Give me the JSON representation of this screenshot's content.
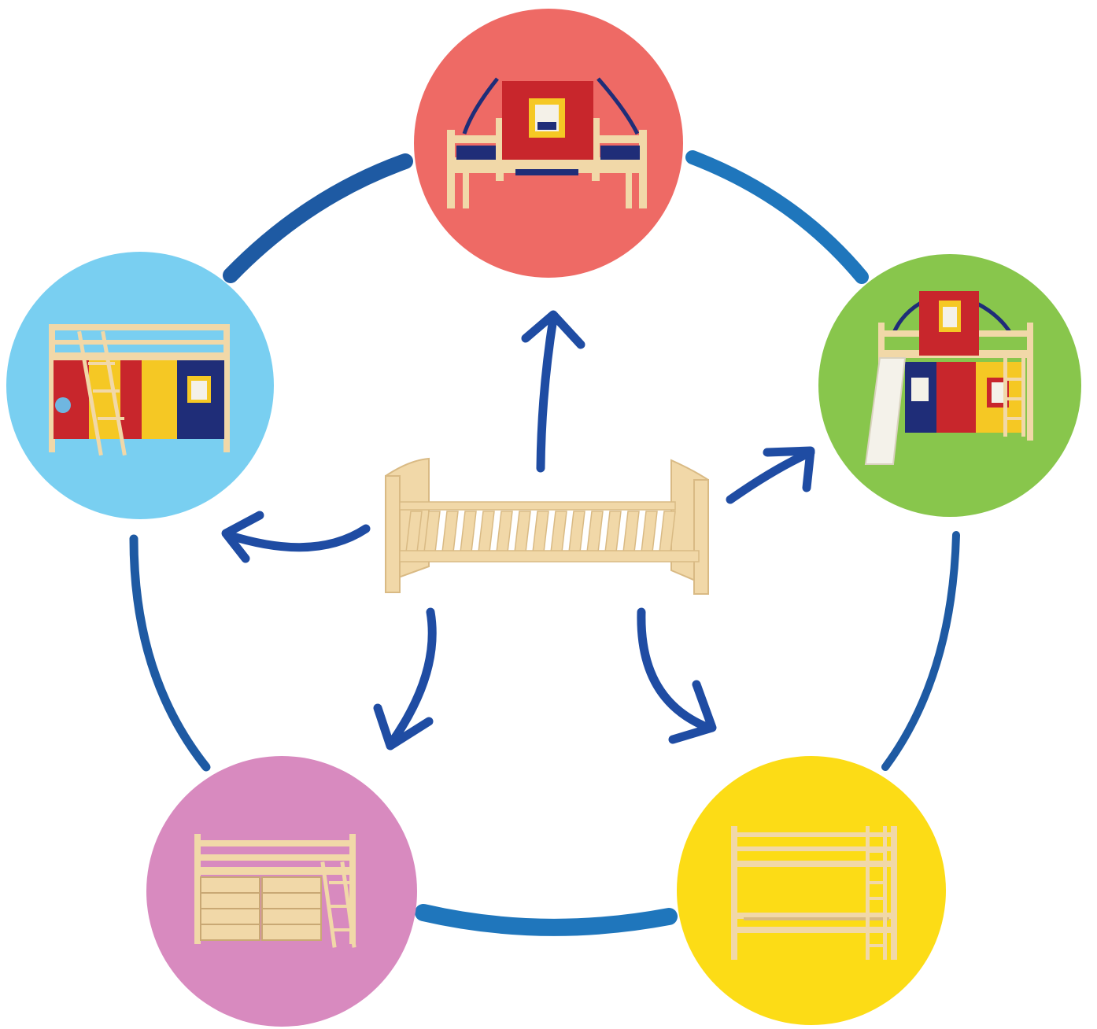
{
  "diagram": {
    "type": "convertible-bed-cycle",
    "center": {
      "name": "basic-twin-bed",
      "wood_color": "#F1D8A8",
      "wood_shadow": "#D9BA84"
    },
    "ring_color": "#1E5AA3",
    "ring_color_light": "#1F76BC",
    "arrow_color": "#1F4CA3",
    "nodes": [
      {
        "id": "tent-bed",
        "circle_color": "#EE6A65",
        "bed": "low-bed-with-tent"
      },
      {
        "id": "loft-bed-with-slide",
        "circle_color": "#88C64C",
        "bed": "loft-bed-slide-tent"
      },
      {
        "id": "bunk-bed",
        "circle_color": "#FCDC16",
        "bed": "twin-bunk-bed"
      },
      {
        "id": "loft-bed-with-dressers",
        "circle_color": "#D88ABF",
        "bed": "loft-bed-dressers"
      },
      {
        "id": "loft-bed-with-curtain",
        "circle_color": "#79CFF1",
        "bed": "low-loft-curtain"
      }
    ],
    "fabric_colors": {
      "red": "#C8262C",
      "blue": "#1F2D78",
      "yellow": "#F5C824",
      "white": "#F4F1E8",
      "slide": "#F4F2EA"
    }
  }
}
